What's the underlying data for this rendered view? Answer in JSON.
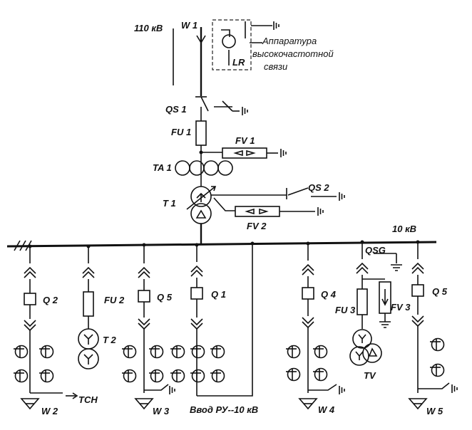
{
  "labels": {
    "hv_voltage": "110 кВ",
    "w1": "W 1",
    "comm_line1": "Аппаратура",
    "comm_line2": "высокочастотной",
    "comm_line3": "связи",
    "lr": "LR",
    "qs1": "QS 1",
    "fu1": "FU 1",
    "fv1": "FV 1",
    "ta1": "TA 1",
    "t1": "T 1",
    "qs2": "QS 2",
    "fv2": "FV 2",
    "bus_voltage": "10 кВ",
    "qsg": "QSG",
    "q2": "Q 2",
    "fu2": "FU 2",
    "t2": "T 2",
    "q5a": "Q 5",
    "q1": "Q 1",
    "q4": "Q 4",
    "fu3": "FU 3",
    "fv3": "FV 3",
    "q5b": "Q 5",
    "tv": "TV",
    "w2": "W 2",
    "tsn": "ТСН",
    "w3": "W 3",
    "input_ru": "Ввод РУ--10 кВ",
    "w4": "W 4",
    "w5": "W 5"
  }
}
